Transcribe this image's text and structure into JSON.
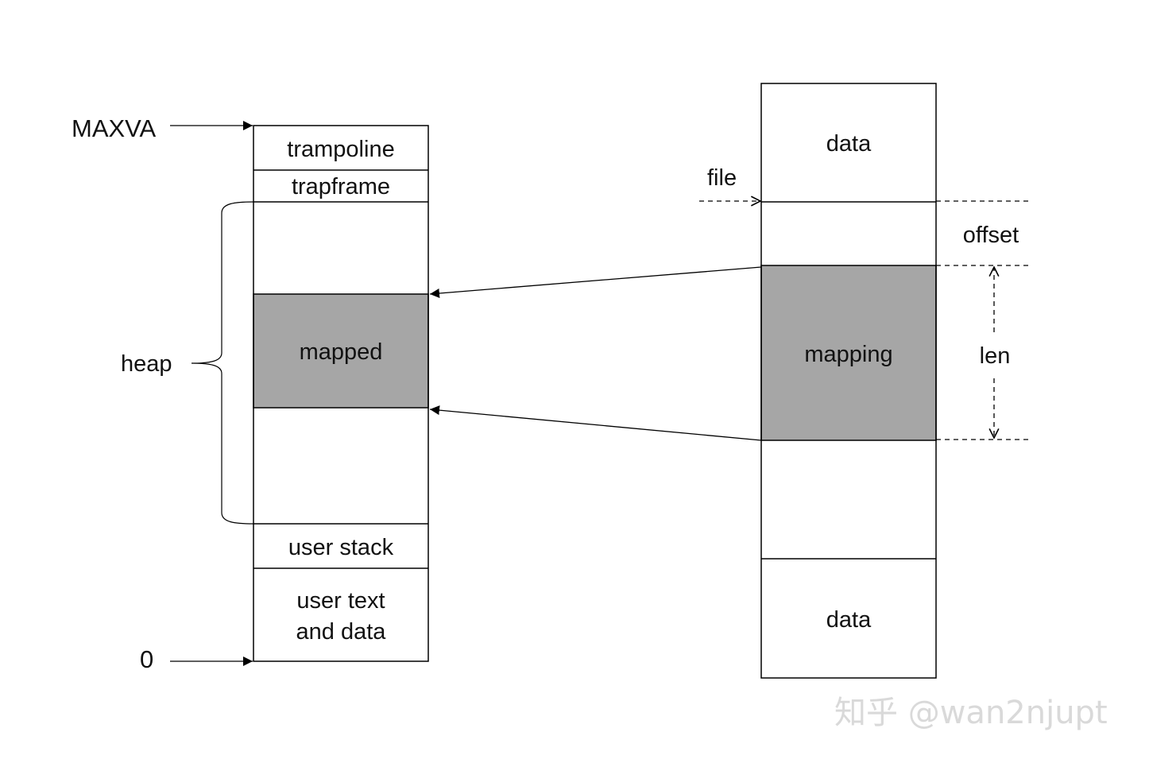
{
  "colors": {
    "line": "#000000",
    "mapped_fill": "#a6a6a6",
    "background": "#ffffff",
    "watermark": "#d9d9d9"
  },
  "address_space": {
    "top_label": "MAXVA",
    "bottom_label": "0",
    "heap_label": "heap",
    "regions": {
      "trampoline": "trampoline",
      "trapframe": "trapframe",
      "mapped": "mapped",
      "user_stack": "user stack",
      "user_text_line1": "user text",
      "user_text_line2": "and data"
    }
  },
  "file": {
    "pointer_label": "file",
    "regions": {
      "data_top": "data",
      "mapping": "mapping",
      "data_bottom": "data"
    },
    "offset_label": "offset",
    "len_label": "len"
  },
  "watermark": "知乎 @wan2njupt"
}
